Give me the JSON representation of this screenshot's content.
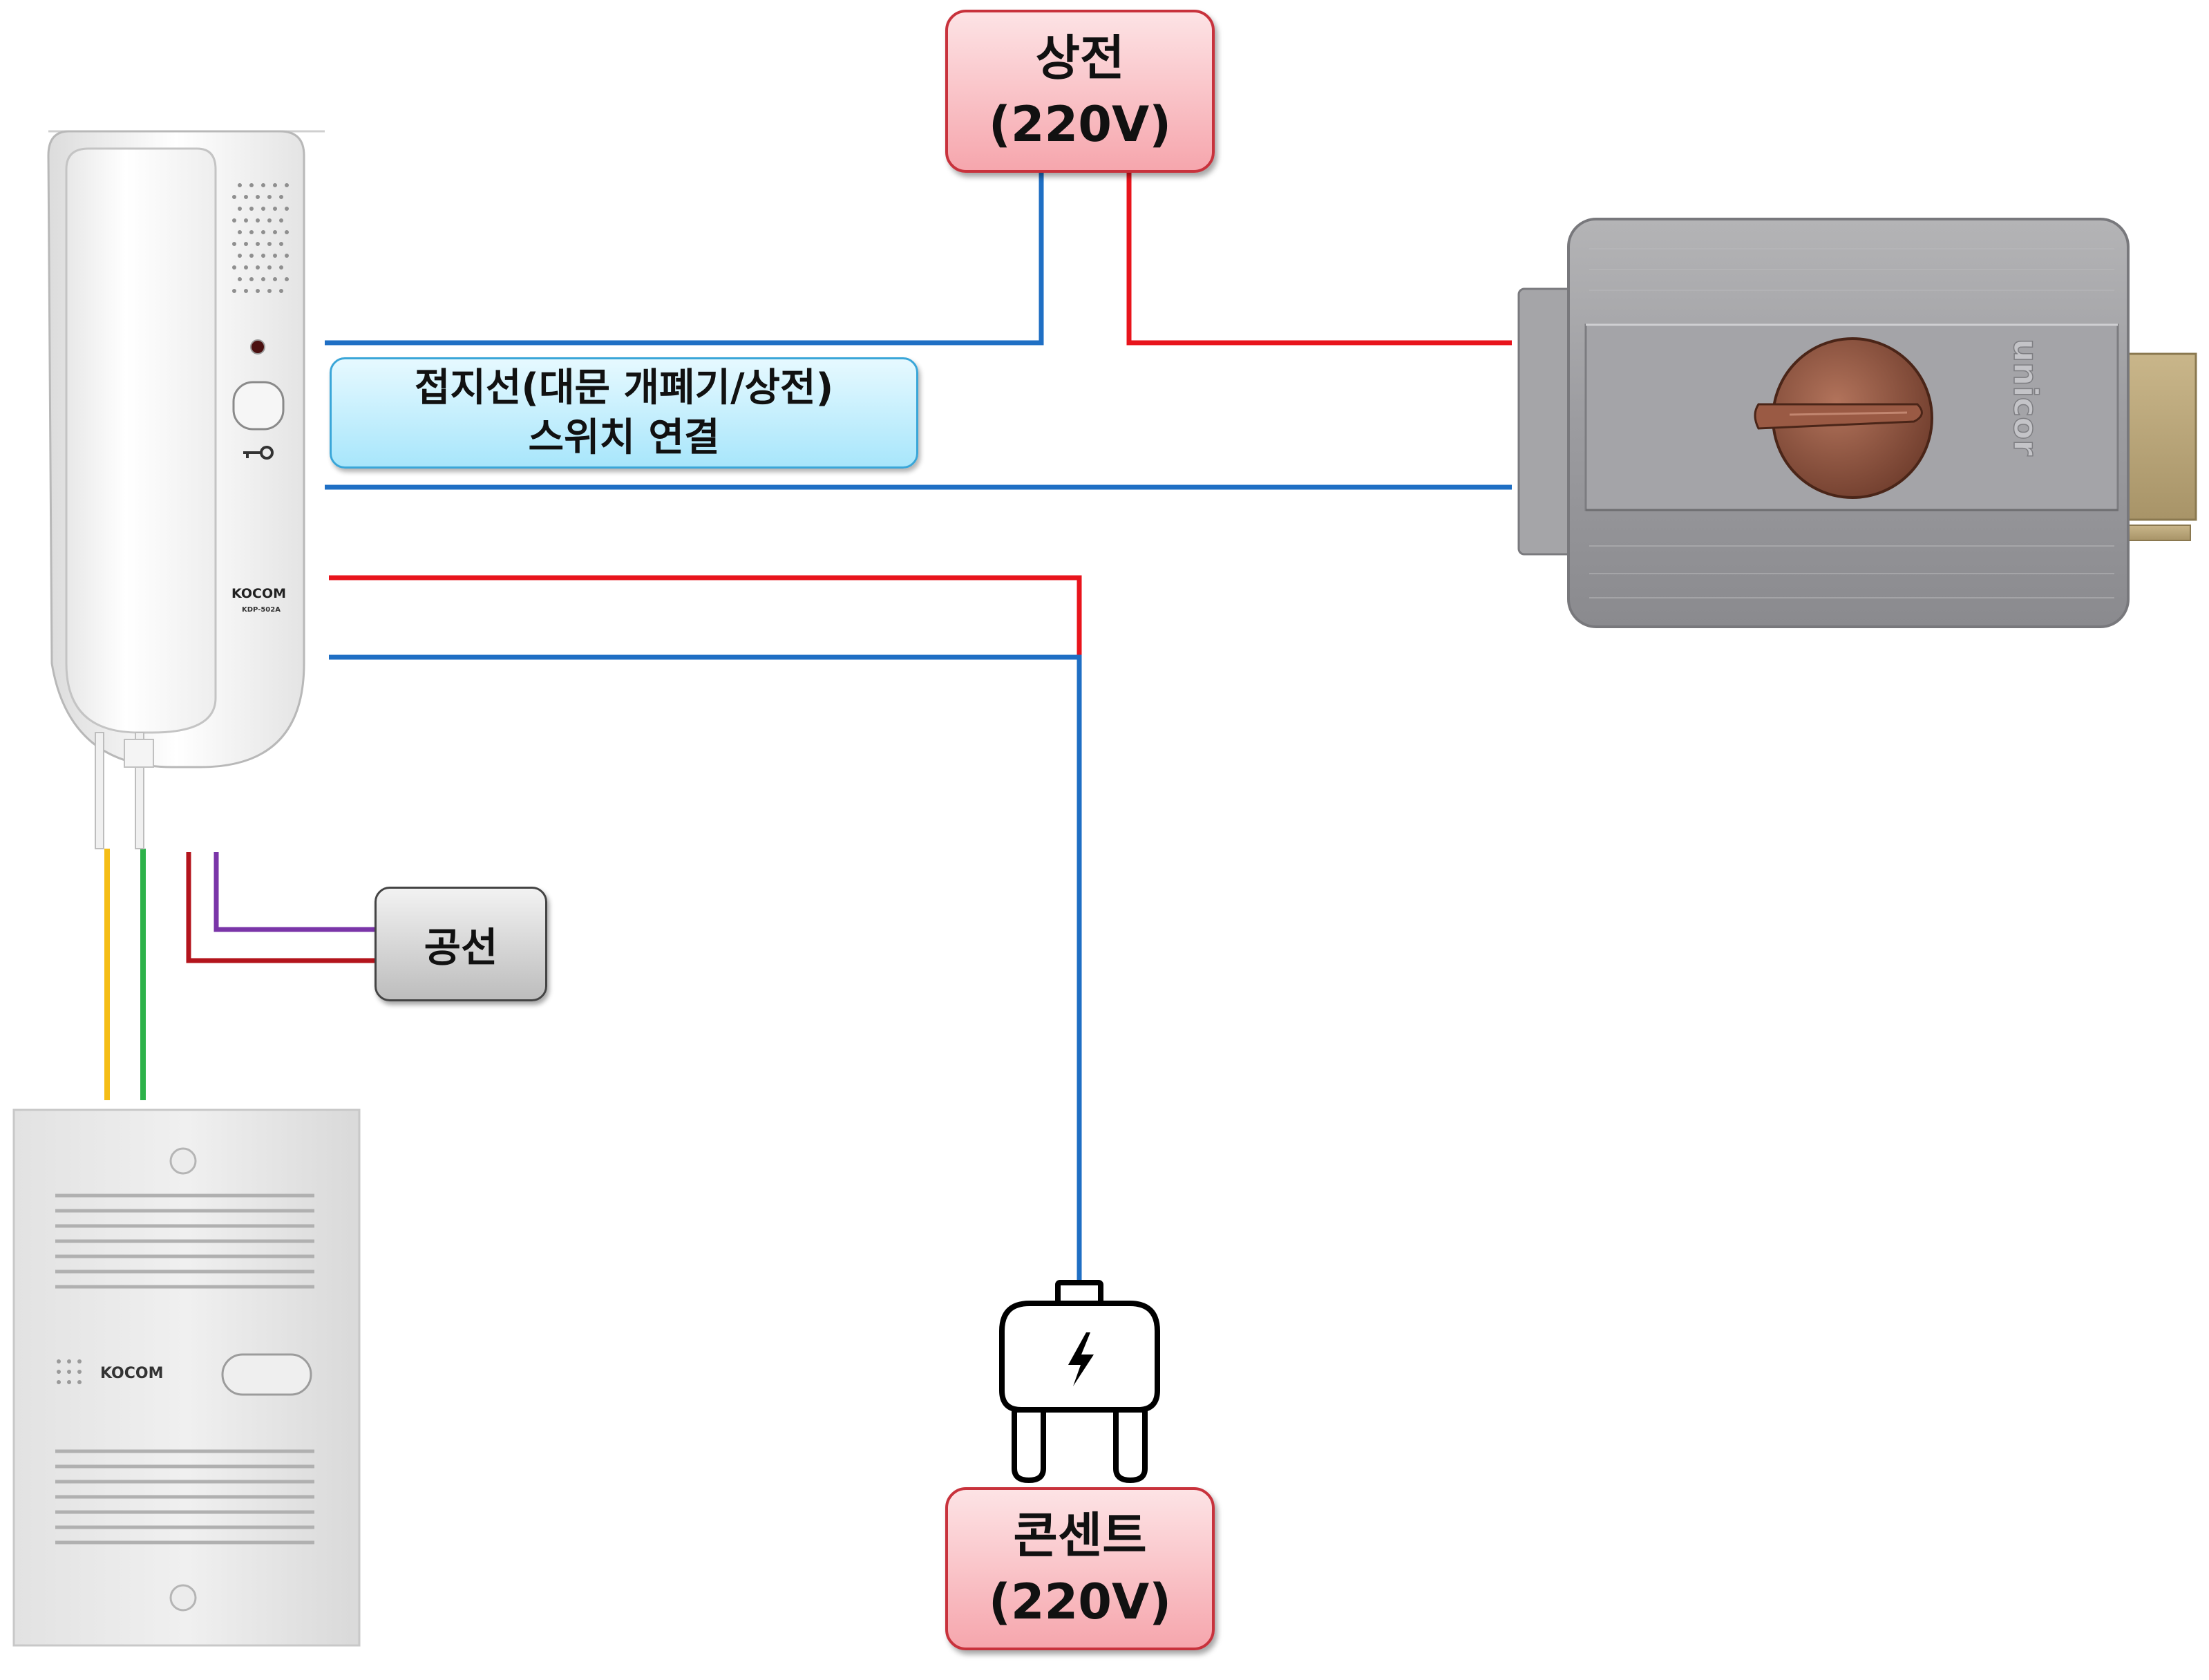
{
  "labels": {
    "mains_top_line1": "상전",
    "mains_top_line2": "(220V)",
    "ground_line1": "접지선(대문 개폐기/상전)",
    "ground_line2": "스위치 연결",
    "spare": "공선",
    "outlet_line1": "콘센트",
    "outlet_line2": "(220V)"
  },
  "devices": {
    "handset_logo": "KOCOM",
    "handset_model": "KDP-502A",
    "doorphone_logo": "KOCOM",
    "lock_brand": "unicor"
  },
  "colors": {
    "wire_red": "#e8141c",
    "wire_blue": "#1f6fc4",
    "wire_dark_red": "#b3141c",
    "wire_purple": "#7a35a8",
    "wire_yellow": "#f5bd16",
    "wire_green": "#2db24a"
  },
  "icons": {
    "plug": "power-plug-icon",
    "bolt": "lightning-bolt-icon"
  }
}
